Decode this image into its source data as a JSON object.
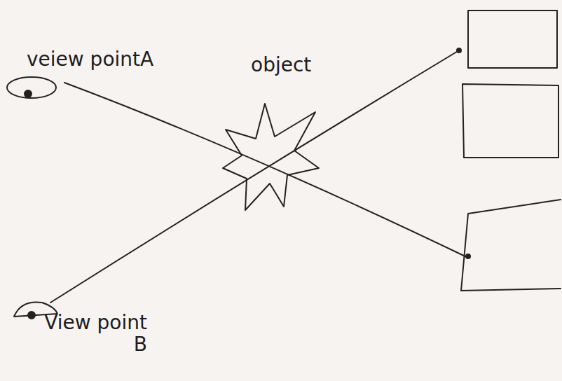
{
  "diagram": {
    "labels": [
      "veiew pointA",
      "object",
      "View point B"
    ]
  }
}
